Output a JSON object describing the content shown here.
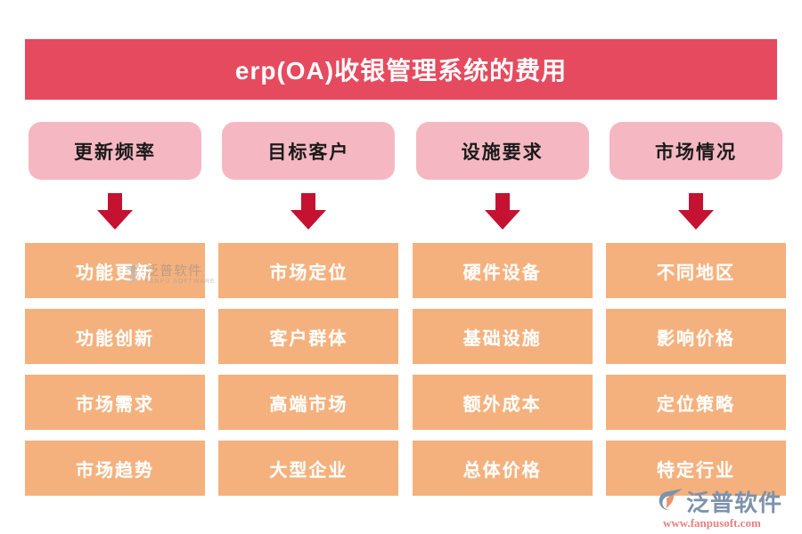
{
  "title": "erp(OA)收银管理系统的费用",
  "colors": {
    "banner_bg": "#e64a5e",
    "banner_text": "#ffffff",
    "header_bg": "#f5b8c2",
    "header_text": "#1a1a1a",
    "arrow": "#c41230",
    "item_bg": "#f5b17d",
    "item_text": "#ffffff",
    "footer_name": "#7d92ac",
    "footer_url": "#e77f7f"
  },
  "columns": [
    {
      "header": "更新频率",
      "items": [
        "功能更新",
        "功能创新",
        "市场需求",
        "市场趋势"
      ]
    },
    {
      "header": "目标客户",
      "items": [
        "市场定位",
        "客户群体",
        "高端市场",
        "大型企业"
      ]
    },
    {
      "header": "设施要求",
      "items": [
        "硬件设备",
        "基础设施",
        "额外成本",
        "总体价格"
      ]
    },
    {
      "header": "市场情况",
      "items": [
        "不同地区",
        "影响价格",
        "定位策略",
        "特定行业"
      ]
    }
  ],
  "watermark": {
    "name": "泛普软件",
    "subtitle": "FANPU SOFTWARE"
  },
  "footer_logo": {
    "name": "泛普软件",
    "url": "www.fanpusoft.com"
  }
}
